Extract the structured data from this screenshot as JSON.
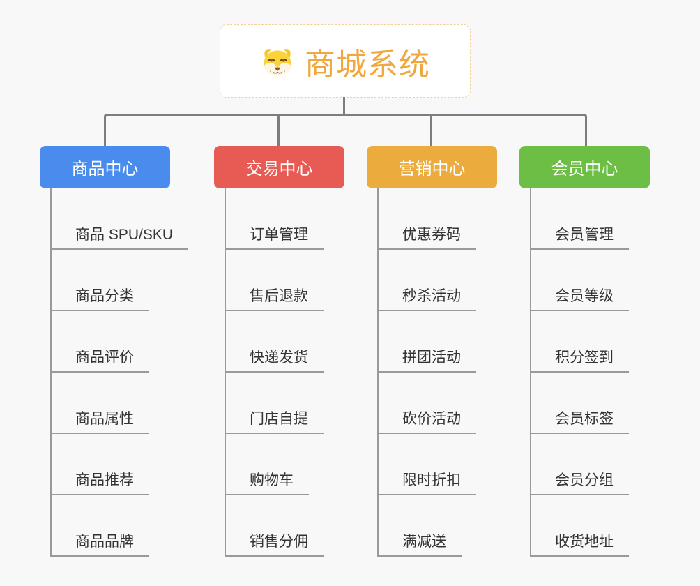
{
  "root": {
    "title": "商城系统",
    "icon": "dog-face-icon",
    "accent_color": "#f0a73e",
    "border_color": "#f3cf96",
    "background": "#ffffff"
  },
  "connector_color": "#7d7d7d",
  "child_line_color": "#9a9a9a",
  "page_background": "#f8f8f8",
  "branches": [
    {
      "label": "商品中心",
      "color": "#4a8cee",
      "children": [
        "商品 SPU/SKU",
        "商品分类",
        "商品评价",
        "商品属性",
        "商品推荐",
        "商品品牌"
      ]
    },
    {
      "label": "交易中心",
      "color": "#e85b54",
      "children": [
        "订单管理",
        "售后退款",
        "快递发货",
        "门店自提",
        "购物车",
        "销售分佣"
      ]
    },
    {
      "label": "营销中心",
      "color": "#ebab3d",
      "children": [
        "优惠券码",
        "秒杀活动",
        "拼团活动",
        "砍价活动",
        "限时折扣",
        "满减送"
      ]
    },
    {
      "label": "会员中心",
      "color": "#6cbf44",
      "children": [
        "会员管理",
        "会员等级",
        "积分签到",
        "会员标签",
        "会员分组",
        "收货地址"
      ]
    }
  ]
}
